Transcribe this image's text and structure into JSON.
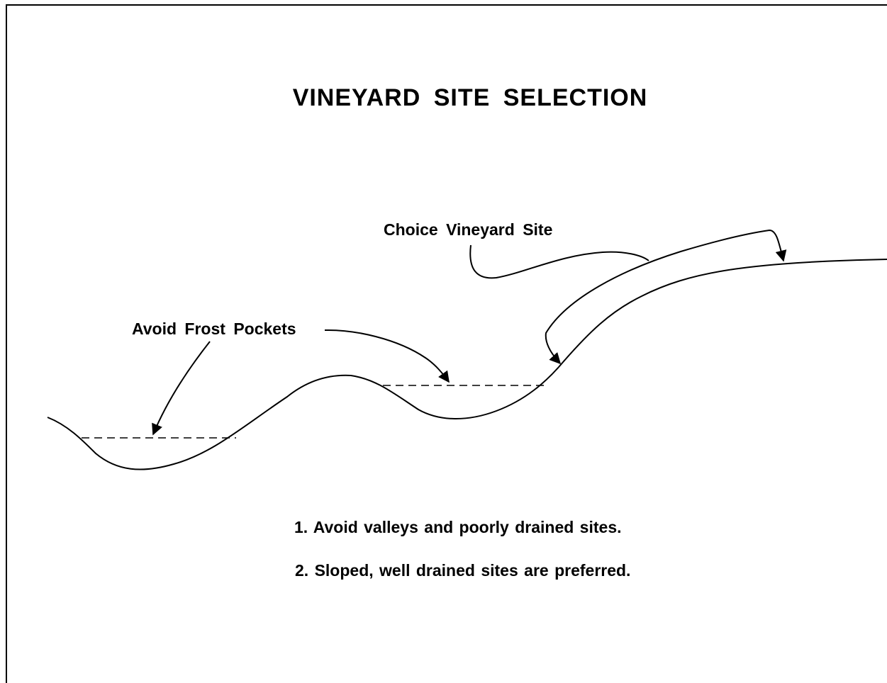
{
  "title": "VINEYARD SITE SELECTION",
  "labels": {
    "choice_site": "Choice Vineyard Site",
    "frost_pockets": "Avoid Frost Pockets"
  },
  "notes": [
    "1. Avoid valleys and poorly drained sites.",
    "2. Sloped, well drained sites are preferred."
  ]
}
